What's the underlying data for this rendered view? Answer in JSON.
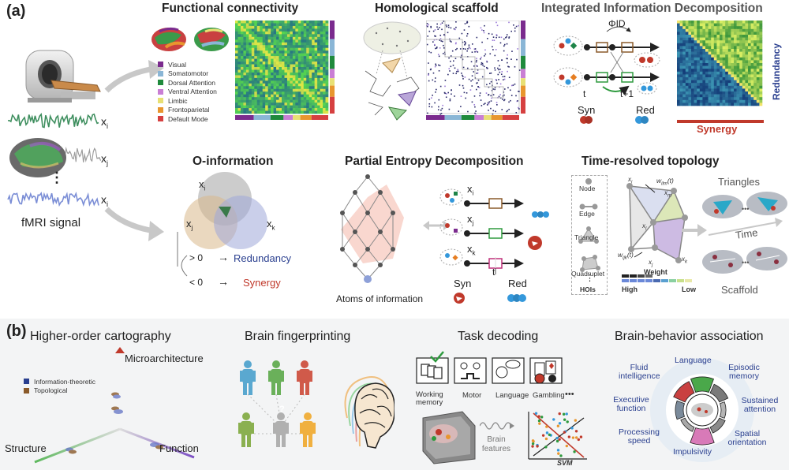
{
  "panel_a": {
    "label": "(a)",
    "fmri_label": "fMRI signal",
    "signal_vars": [
      "x",
      "x",
      "x"
    ],
    "signal_subs": [
      "i",
      "j",
      "i"
    ],
    "ellipsis": "⋮",
    "functional_connectivity": {
      "title": "Functional connectivity",
      "networks": [
        {
          "name": "Visual",
          "color": "#7b2b8e"
        },
        {
          "name": "Somatomotor",
          "color": "#8ab6d6"
        },
        {
          "name": "Dorsal Attention",
          "color": "#1f8a3c"
        },
        {
          "name": "Ventral Attention",
          "color": "#c97ed4"
        },
        {
          "name": "Limbic",
          "color": "#e8e074"
        },
        {
          "name": "Frontoparietal",
          "color": "#e8962e"
        },
        {
          "name": "Default Mode",
          "color": "#d64040"
        }
      ]
    },
    "homological_scaffold": {
      "title": "Homological scaffold"
    },
    "phiid": {
      "title": "Integrated Information Decomposition",
      "phi_label": "ΦID",
      "t_label": "t",
      "t1_label": "t+1",
      "syn_label": "Syn",
      "red_label": "Red",
      "axis_y": "Redundancy",
      "axis_x": "Synergy"
    },
    "o_information": {
      "title": "O-information",
      "vars": [
        "x",
        "x",
        "x"
      ],
      "subs": [
        "i",
        "j",
        "k"
      ],
      "gt": "> 0",
      "lt": "< 0",
      "arrow": "→",
      "redundancy": "Redundancy",
      "synergy": "Synergy"
    },
    "ped": {
      "title": "Partial Entropy Decomposition",
      "atoms_label": "Atoms of information",
      "vars": [
        "x",
        "x",
        "x"
      ],
      "subs": [
        "i",
        "j",
        "k"
      ],
      "t_label": "t",
      "syn_label": "Syn",
      "red_label": "Red"
    },
    "time_resolved": {
      "title": "Time-resolved topology",
      "hoi_items": [
        "Node",
        "Edge",
        "Triangle",
        "Quadruplet"
      ],
      "hoi_ellipsis": "⋮",
      "hoi_label": "HOIs",
      "weight_label": "Weight",
      "high": "High",
      "low": "Low",
      "triangles": "Triangles",
      "time": "Time",
      "scaffold": "Scaffold",
      "w1": "w",
      "w1_sub": "ilm",
      "w1_suffix": "(t)",
      "w2": "w",
      "w2_sub": "ijk",
      "w2_suffix": "(t)",
      "node_labels": [
        "x",
        "x",
        "x",
        "x",
        "x"
      ],
      "node_subs": [
        "i",
        "m",
        "l",
        "j",
        "k"
      ]
    }
  },
  "panel_b": {
    "label": "(b)",
    "cartography": {
      "title": "Higher-order cartography",
      "legend": [
        {
          "name": "Information-theoretic",
          "color": "#2a3f8f"
        },
        {
          "name": "Topological",
          "color": "#8a5a2a"
        }
      ],
      "axis_up": "Microarchitecture",
      "axis_left": "Structure",
      "axis_right": "Function"
    },
    "fingerprinting": {
      "title": "Brain fingerprinting",
      "question": "?"
    },
    "task_decoding": {
      "title": "Task decoding",
      "tasks": [
        "Working memory",
        "Motor",
        "Language",
        "Gambling"
      ],
      "more": "•••",
      "features_label": "Brain features",
      "svm_label": "SVM"
    },
    "behavior": {
      "title": "Brain-behavior association",
      "labels": [
        "Language",
        "Episodic memory",
        "Sustained attention",
        "Spatial orientation",
        "Impulsivity",
        "Processing speed",
        "Executive function",
        "Fluid intelligence"
      ]
    }
  }
}
